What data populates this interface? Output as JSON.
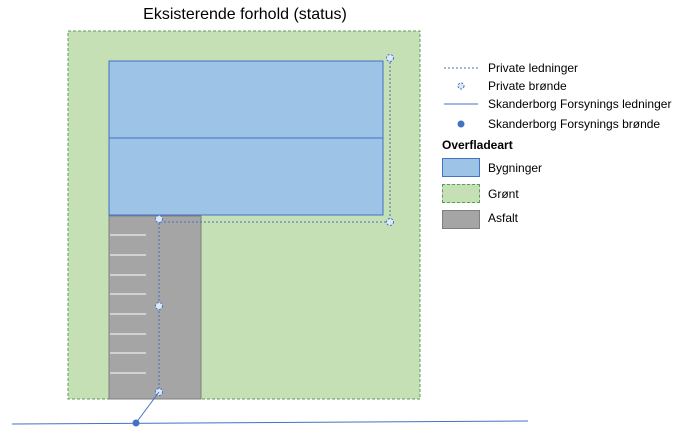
{
  "title": "Eksisterende forhold (status)",
  "legend": {
    "private_pipes": "Private ledninger",
    "private_wells": "Private brønde",
    "public_pipes": "Skanderborg Forsynings ledninger",
    "public_wells": "Skanderborg Forsynings brønde",
    "surface_heading": "Overfladeart",
    "buildings": "Bygninger",
    "green": "Grønt",
    "asphalt": "Asfalt"
  },
  "colors": {
    "green_fill": "#c5e0b4",
    "green_border": "#5b9b5b",
    "building_fill": "#9dc3e6",
    "building_border": "#4472c4",
    "asphalt_fill": "#a5a5a5",
    "asphalt_border": "#7f7f7f",
    "pipe": "#4472c4"
  },
  "icons": {
    "private_well": "hollow-circle-icon",
    "public_well": "filled-circle-icon"
  }
}
